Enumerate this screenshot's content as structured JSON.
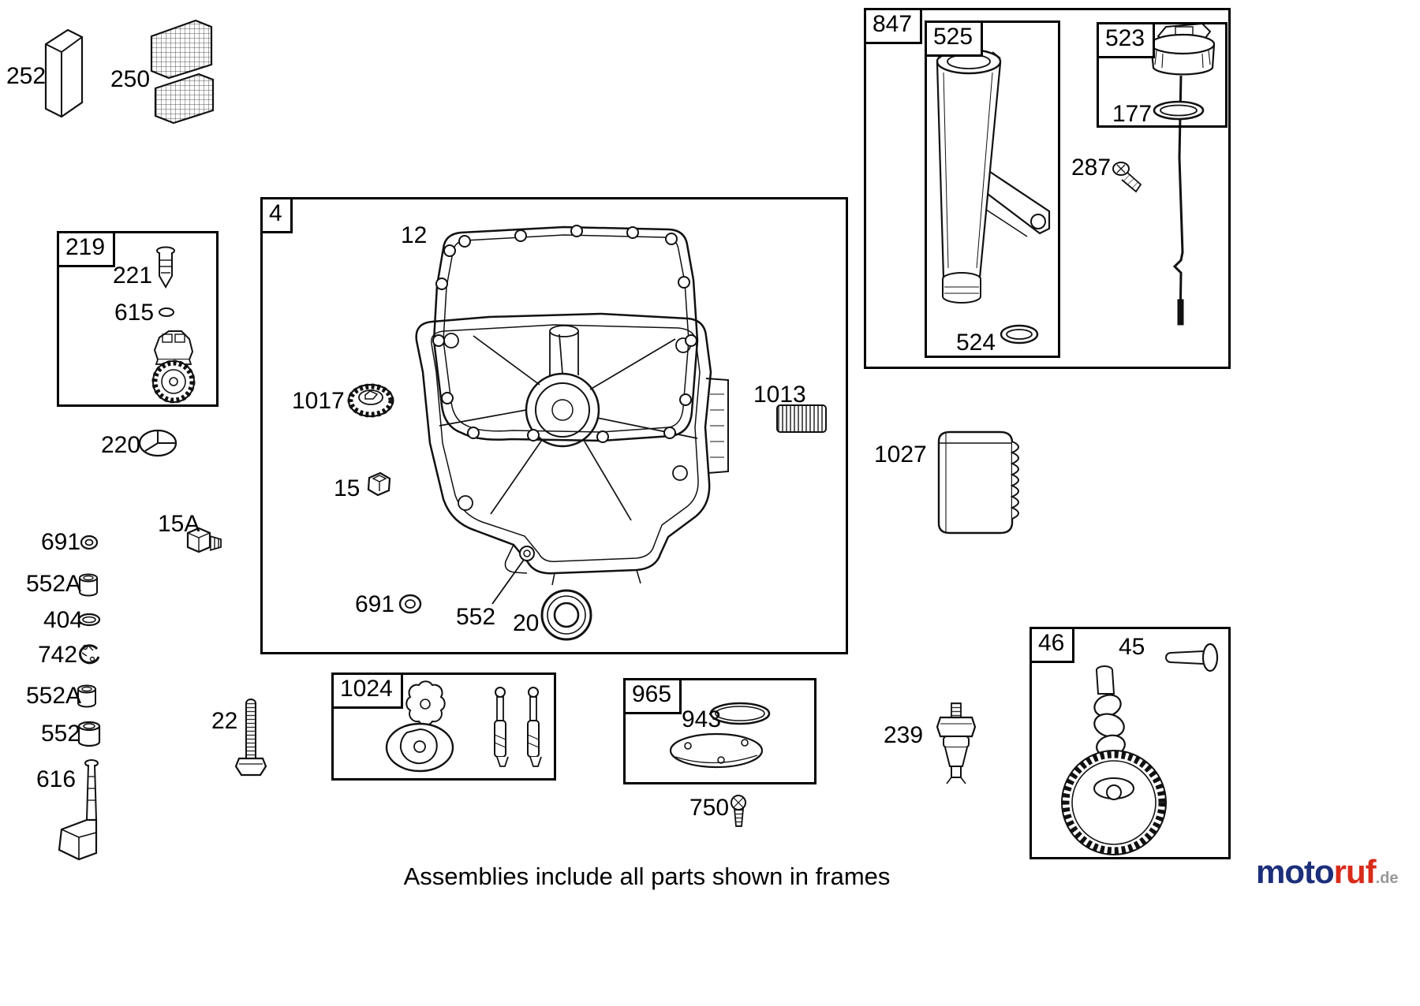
{
  "frames": {
    "f4": "4",
    "f219": "219",
    "f847": "847",
    "f525": "525",
    "f523": "523",
    "f1024": "1024",
    "f965": "965",
    "f46": "46"
  },
  "callouts": {
    "c252": "252",
    "c250": "250",
    "c221": "221",
    "c615": "615",
    "c220": "220",
    "c15A": "15A",
    "c691_left": "691",
    "c552A_1": "552A",
    "c404": "404",
    "c742": "742",
    "c552A_2": "552A",
    "c552_left": "552",
    "c616": "616",
    "c22": "22",
    "c12": "12",
    "c1017": "1017",
    "c15": "15",
    "c691_sump": "691",
    "c552_sump": "552",
    "c20": "20",
    "c1013": "1013",
    "c524": "524",
    "c177": "177",
    "c287": "287",
    "c1027": "1027",
    "c943": "943",
    "c750": "750",
    "c239": "239",
    "c45": "45"
  },
  "footer": {
    "note": "Assemblies include all parts shown in frames"
  },
  "logo": {
    "part1": "moto",
    "part2": "ruf",
    "suffix": ".de"
  },
  "colors": {
    "logo_blue": "#1c2f7a",
    "logo_red": "#d92b1a",
    "line": "#111111"
  }
}
